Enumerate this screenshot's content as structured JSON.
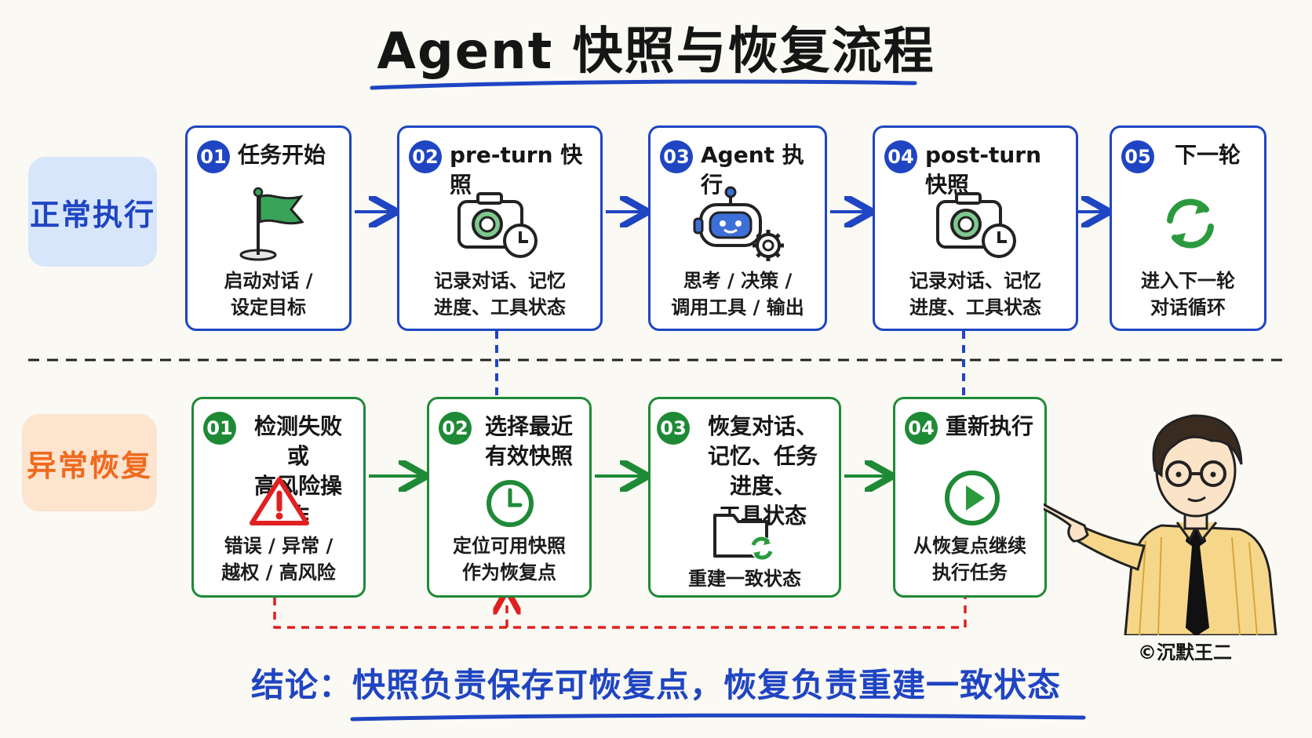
{
  "title": "Agent 快照与恢复流程",
  "row_labels": {
    "normal": "正常执行",
    "recovery": "异常恢复"
  },
  "normal_steps": [
    {
      "num": "01",
      "title": "任务开始",
      "desc": "启动对话 /\n设定目标",
      "icon": "flag-icon"
    },
    {
      "num": "02",
      "title": "pre-turn 快照",
      "desc": "记录对话、记忆\n进度、工具状态",
      "icon": "camera-clock-icon"
    },
    {
      "num": "03",
      "title": "Agent 执行",
      "desc": "思考 / 决策 /\n调用工具 / 输出",
      "icon": "robot-gear-icon"
    },
    {
      "num": "04",
      "title": "post-turn 快照",
      "desc": "记录对话、记忆\n进度、工具状态",
      "icon": "camera-clock-icon"
    },
    {
      "num": "05",
      "title": "下一轮",
      "desc": "进入下一轮\n对话循环",
      "icon": "refresh-cycle-icon"
    }
  ],
  "recovery_steps": [
    {
      "num": "01",
      "title": "检测失败或\n高风险操作",
      "desc": "错误 / 异常 /\n越权 / 高风险",
      "icon": "warning-triangle-icon"
    },
    {
      "num": "02",
      "title": "选择最近\n有效快照",
      "desc": "定位可用快照\n作为恢复点",
      "icon": "clock-icon"
    },
    {
      "num": "03",
      "title": "恢复对话、\n记忆、任务进度、\n工具状态",
      "desc": "重建一致状态",
      "icon": "folder-sync-icon"
    },
    {
      "num": "04",
      "title": "重新执行",
      "desc": "从恢复点继续\n执行任务",
      "icon": "play-circle-icon"
    }
  ],
  "conclusion": "结论：快照负责保存可恢复点，恢复负责重建一致状态",
  "copyright": "©沉默王二",
  "colors": {
    "blue": "#1f45c2",
    "green": "#1f8a36",
    "red": "#e02020",
    "orange": "#ef6a1e",
    "flag_green": "#3aa35a"
  }
}
